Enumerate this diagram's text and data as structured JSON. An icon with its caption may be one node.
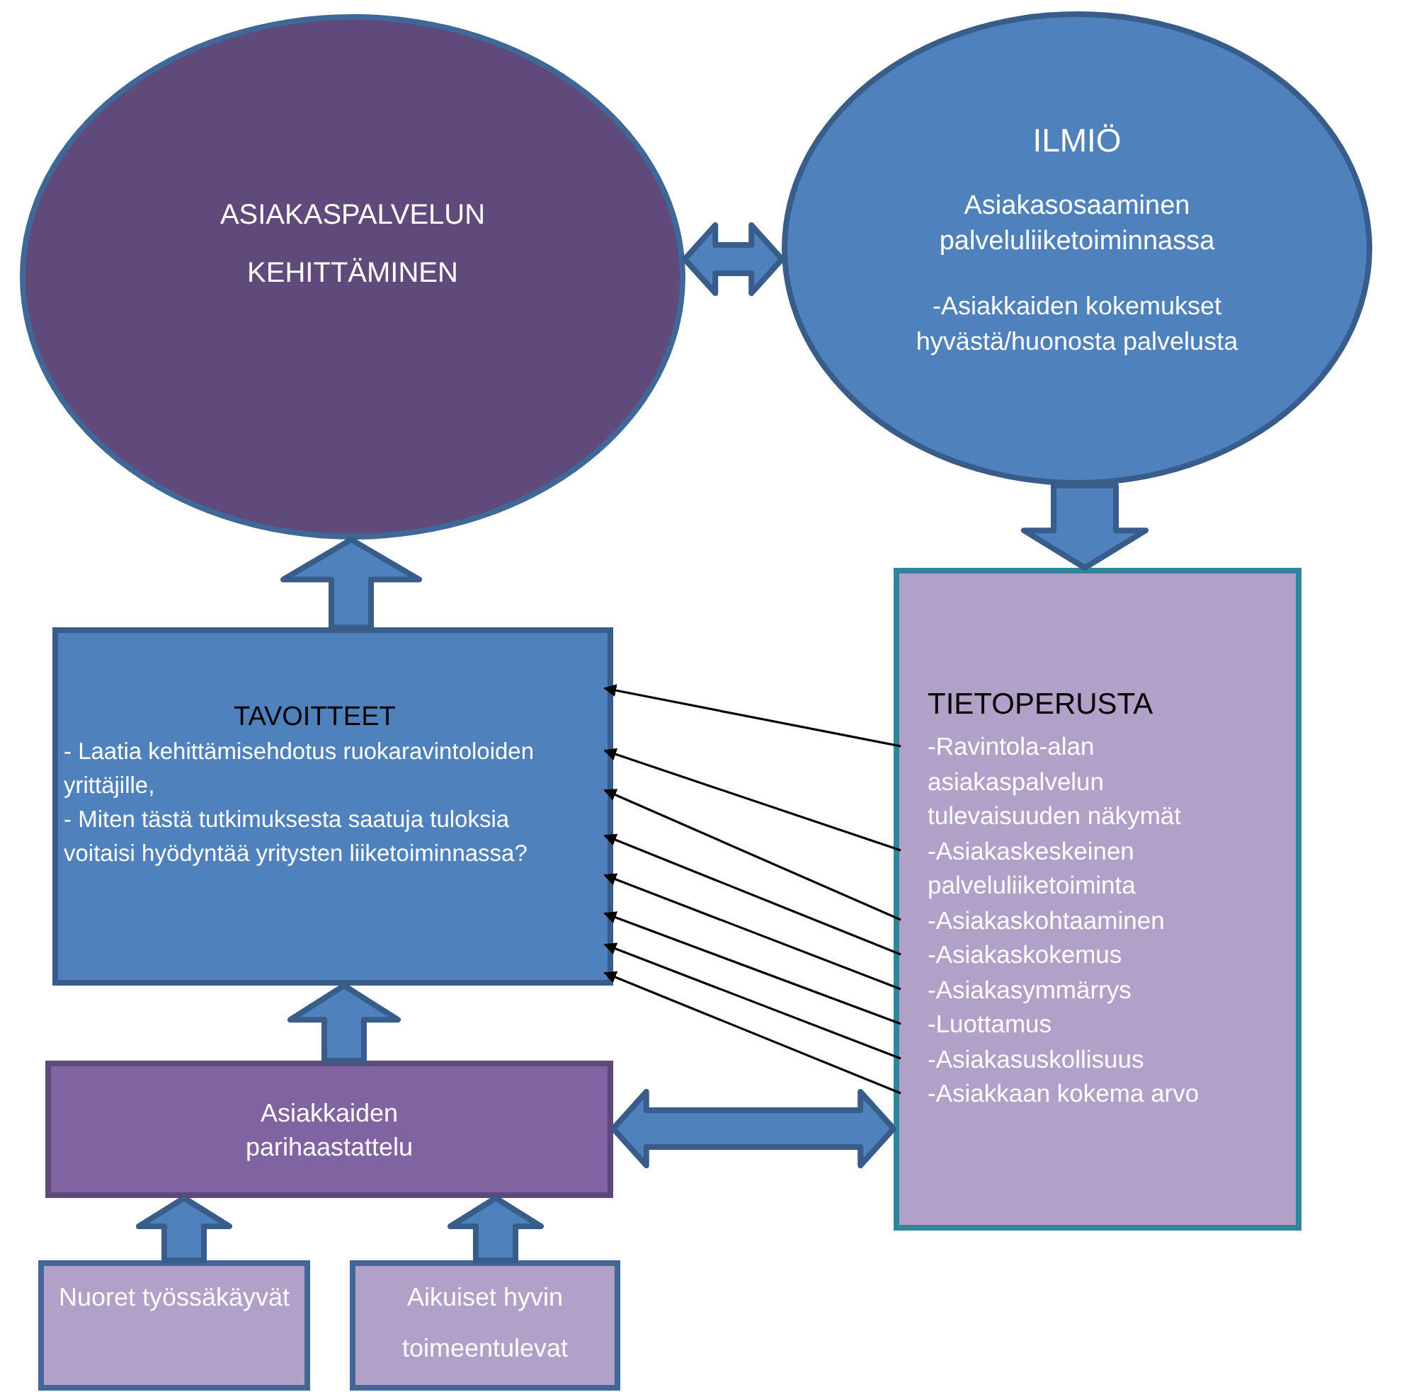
{
  "diagram": {
    "nodes": [
      {
        "text": [
          "ASIAKASPALVELUN KEHITTÄMINEN"
        ]
      },
      {
        "text": [
          "ILMIÖ",
          "Asiakasosaaminen palveluliiketoiminnassa",
          "-Asiakkaiden kokemukset hyvästä/huonosta palvelusta"
        ]
      },
      {
        "text": [
          "TAVOITTEET",
          "- Laatia kehittämisehdotus ruokaravintoloiden yrittäjille,",
          "- Miten tästä tutkimuksesta saatuja tuloksia voitaisi hyödyntää yritysten liiketoiminnassa?"
        ]
      },
      {
        "text": [
          "TIETOPERUSTA",
          "-Ravintola-alan asiakaspalvelun tulevaisuuden näkymät",
          "-Asiakaskeskeinen palveluliiketoiminta",
          "-Asiakaskohtaaminen",
          "-Asiakaskokemus",
          "-Asiakasymmärrys",
          "-Luottamus",
          "-Asiakasuskollisuus",
          "-Asiakkaan kokema arvo"
        ]
      },
      {
        "text": [
          "Asiakkaiden parihaastattelu"
        ]
      },
      {
        "text": [
          "Nuoret työssäkäyvät"
        ]
      },
      {
        "text": [
          "Aikuiset hyvin toimeentulevat"
        ]
      }
    ],
    "edges": [
      {
        "from": 0,
        "to": 1,
        "arrow": "both",
        "style": "thick"
      },
      {
        "from": 1,
        "to": 3,
        "arrow": "to",
        "style": "thick"
      },
      {
        "from": 2,
        "to": 0,
        "arrow": "to",
        "style": "thick"
      },
      {
        "from": 4,
        "to": 2,
        "arrow": "to",
        "style": "thick"
      },
      {
        "from": 5,
        "to": 4,
        "arrow": "to",
        "style": "thick"
      },
      {
        "from": 6,
        "to": 4,
        "arrow": "to",
        "style": "thick"
      },
      {
        "from": 4,
        "to": 3,
        "arrow": "both",
        "style": "thick"
      },
      {
        "from": 3,
        "to": 2,
        "arrow": "to"
      },
      {
        "from": 3,
        "to": 2,
        "arrow": "to"
      },
      {
        "from": 3,
        "to": 2,
        "arrow": "to"
      },
      {
        "from": 3,
        "to": 2,
        "arrow": "to"
      },
      {
        "from": 3,
        "to": 2,
        "arrow": "to"
      },
      {
        "from": 3,
        "to": 2,
        "arrow": "to"
      },
      {
        "from": 3,
        "to": 2,
        "arrow": "to"
      },
      {
        "from": 3,
        "to": 2,
        "arrow": "to"
      }
    ]
  }
}
